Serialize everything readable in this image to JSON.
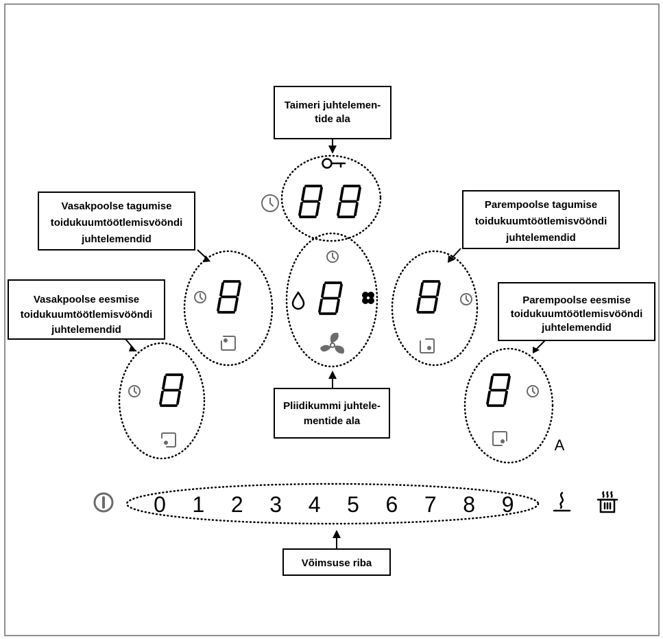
{
  "callouts": {
    "timer": [
      "Taimeri juhtelemen-",
      "tide ala"
    ],
    "left_rear": [
      "Vasakpoolse tagumise",
      "toidukuumtöötlemisvööndi",
      "juhtelemendid"
    ],
    "right_rear": [
      "Parempoolse tagumise",
      "toidukuumtöötlemisvööndi",
      "juhtelemendid"
    ],
    "left_front": [
      "Vasakpoolse eesmise",
      "toidukuumtöötlemisvööndi",
      "juhtelemendid"
    ],
    "right_front": [
      "Parempoolse eesmise",
      "toidukuumtöötlemisvööndi",
      "juhtelemendid"
    ],
    "hood": [
      "Pliidikummi juhtele-",
      "mentide ala"
    ],
    "power_bar": [
      "Võimsuse riba"
    ]
  },
  "power_levels": [
    "0",
    "1",
    "2",
    "3",
    "4",
    "5",
    "6",
    "7",
    "8",
    "9"
  ],
  "mode_label": "A",
  "displays": {
    "timer": "88",
    "left_rear": "8",
    "hood": "8",
    "right_rear": "8",
    "left_front": "8",
    "right_front": "8"
  },
  "icons": {
    "timer_area": [
      "lock-key-icon",
      "clock-icon"
    ],
    "hood_area": [
      "clock-icon",
      "drop-icon",
      "filter-icon",
      "fan-icon"
    ],
    "zones": [
      "clock-icon",
      "zone-position-icon"
    ],
    "power_row": [
      "power-icon",
      "keep-warm-icon",
      "boil-pot-icon"
    ]
  },
  "colors": {
    "line": "#000000",
    "icon_grey": "#6b6b6b",
    "background": "#ffffff"
  }
}
